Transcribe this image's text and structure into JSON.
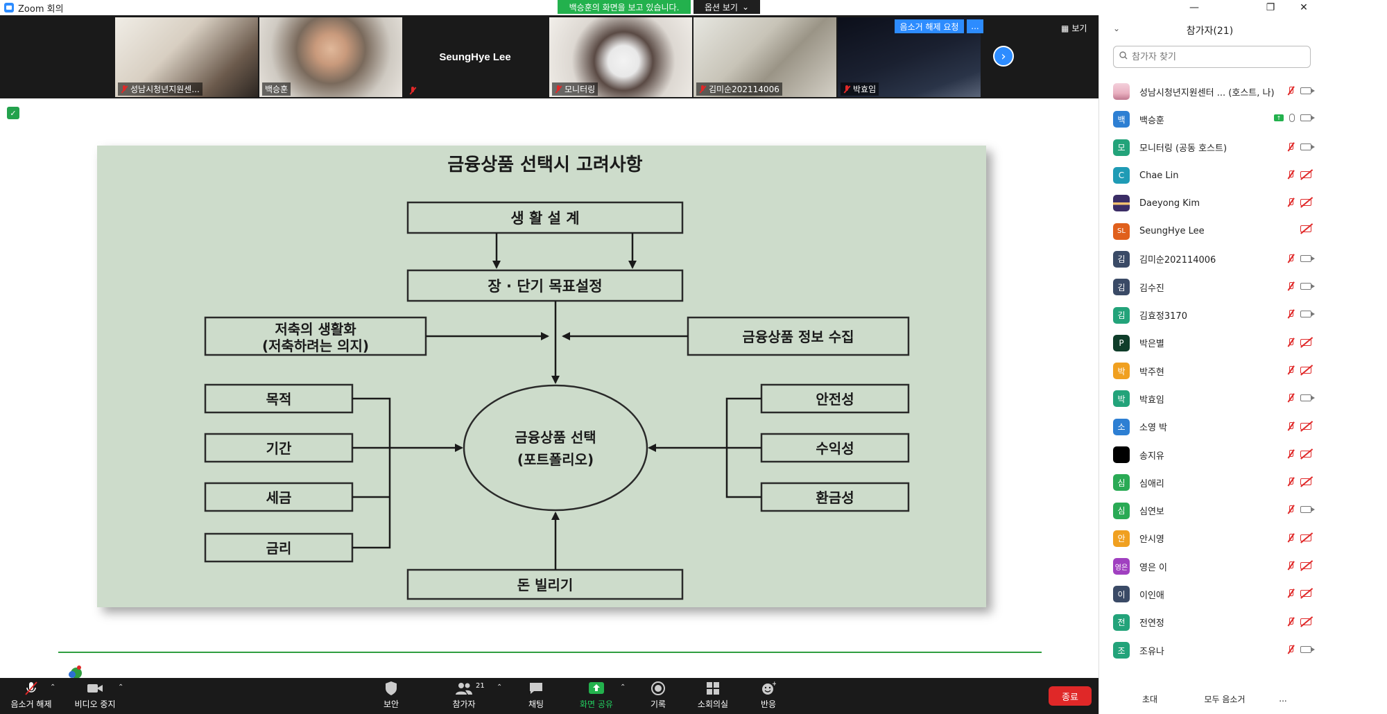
{
  "window": {
    "title": "Zoom 회의"
  },
  "share_banner": {
    "text": "백승훈의 화면을 보고 있습니다.",
    "view_options": "옵션 보기"
  },
  "gallery": {
    "tiles": [
      {
        "name": "성남시청년지원센..."
      },
      {
        "name": "백승훈"
      },
      {
        "name": "SeungHye Lee"
      },
      {
        "name": "모니터링"
      },
      {
        "name": "김미순202114006"
      },
      {
        "name": "박효임"
      }
    ],
    "unmute_request": "음소거 해제 요청",
    "more": "...",
    "view_label": "보기"
  },
  "slide": {
    "title": "금융상품 선택시 고려사항",
    "boxes": {
      "life_design": "생 활 설 계",
      "goal": "장 · 단기 목표설정",
      "saving_line1": "저축의 생활화",
      "saving_line2": "(저축하려는 의지)",
      "info": "금융상품 정보 수집",
      "purpose": "목적",
      "period": "기간",
      "tax": "세금",
      "rate": "금리",
      "safety": "안전성",
      "profit": "수익성",
      "liquidity": "환금성",
      "borrow": "돈 빌리기",
      "center_line1": "금융상품 선택",
      "center_line2": "(포트폴리오)"
    }
  },
  "toolbar": {
    "unmute": "음소거 해제",
    "stop_video": "비디오 중지",
    "security": "보안",
    "participants": "참가자",
    "participants_count": "21",
    "chat": "채팅",
    "share_screen": "화면 공유",
    "record": "기록",
    "breakout": "소회의실",
    "reactions": "반응",
    "end": "종료"
  },
  "panel": {
    "title": "참가자(21)",
    "search_placeholder": "참가자 찾기",
    "participants": [
      {
        "initial": "",
        "name": "성남시청년지원센터 ... (호스트, 나)",
        "color": "#e9b0c0"
      },
      {
        "initial": "백",
        "name": "백승훈",
        "color": "#2d7fd3"
      },
      {
        "initial": "모",
        "name": "모니터링 (공동 호스트)",
        "color": "#23a37a"
      },
      {
        "initial": "C",
        "name": "Chae Lin",
        "color": "#1f9bb5"
      },
      {
        "initial": "",
        "name": "Daeyong Kim",
        "color": "#3b2d66"
      },
      {
        "initial": "SL",
        "name": "SeungHye Lee",
        "color": "#e0601c"
      },
      {
        "initial": "김",
        "name": "김미순202114006",
        "color": "#3a4a66"
      },
      {
        "initial": "김",
        "name": "김수진",
        "color": "#3a4a66"
      },
      {
        "initial": "김",
        "name": "김효정3170",
        "color": "#23a37a"
      },
      {
        "initial": "P",
        "name": "박은별",
        "color": "#0f3d2a"
      },
      {
        "initial": "박",
        "name": "박주현",
        "color": "#f0a020"
      },
      {
        "initial": "박",
        "name": "박효임",
        "color": "#23a37a"
      },
      {
        "initial": "소",
        "name": "소영 박",
        "color": "#2d7fd3"
      },
      {
        "initial": "",
        "name": "송지유",
        "color": "#000000"
      },
      {
        "initial": "심",
        "name": "심애리",
        "color": "#2aaa55"
      },
      {
        "initial": "심",
        "name": "심연보",
        "color": "#2aaa55"
      },
      {
        "initial": "안",
        "name": "안시영",
        "color": "#f0a020"
      },
      {
        "initial": "영은",
        "name": "영은 이",
        "color": "#a040c0"
      },
      {
        "initial": "이",
        "name": "이인애",
        "color": "#3a4a66"
      },
      {
        "initial": "전",
        "name": "전연정",
        "color": "#23a37a"
      },
      {
        "initial": "조",
        "name": "조유나",
        "color": "#23a37a"
      }
    ],
    "invite": "초대",
    "mute_all": "모두 음소거",
    "more": "..."
  }
}
